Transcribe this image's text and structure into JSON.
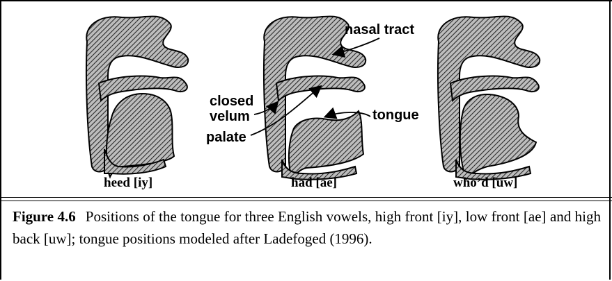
{
  "panels": [
    {
      "label": "heed [iy]"
    },
    {
      "label": "had [ae]"
    },
    {
      "label": "who’d [uw]"
    }
  ],
  "annotations": {
    "nasal_tract": "nasal  tract",
    "closed_velum_1": "closed",
    "closed_velum_2": "velum",
    "tongue": "tongue",
    "palate": "palate"
  },
  "caption": {
    "figure_number": "Figure 4.6",
    "text": "Positions of the tongue for three English vowels, high front [iy], low front [ae] and high back [uw]; tongue positions modeled after Ladefoged (1996)."
  }
}
